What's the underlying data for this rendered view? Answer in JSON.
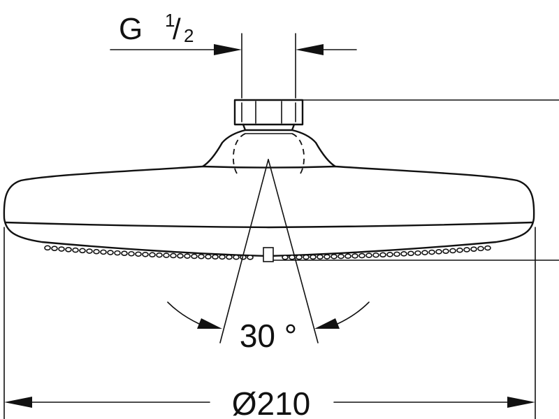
{
  "labels": {
    "thread_letter": "G",
    "thread_num": "1",
    "thread_slash": "/",
    "thread_den": "2",
    "angle": "30 °",
    "diameter": "Ø210"
  }
}
